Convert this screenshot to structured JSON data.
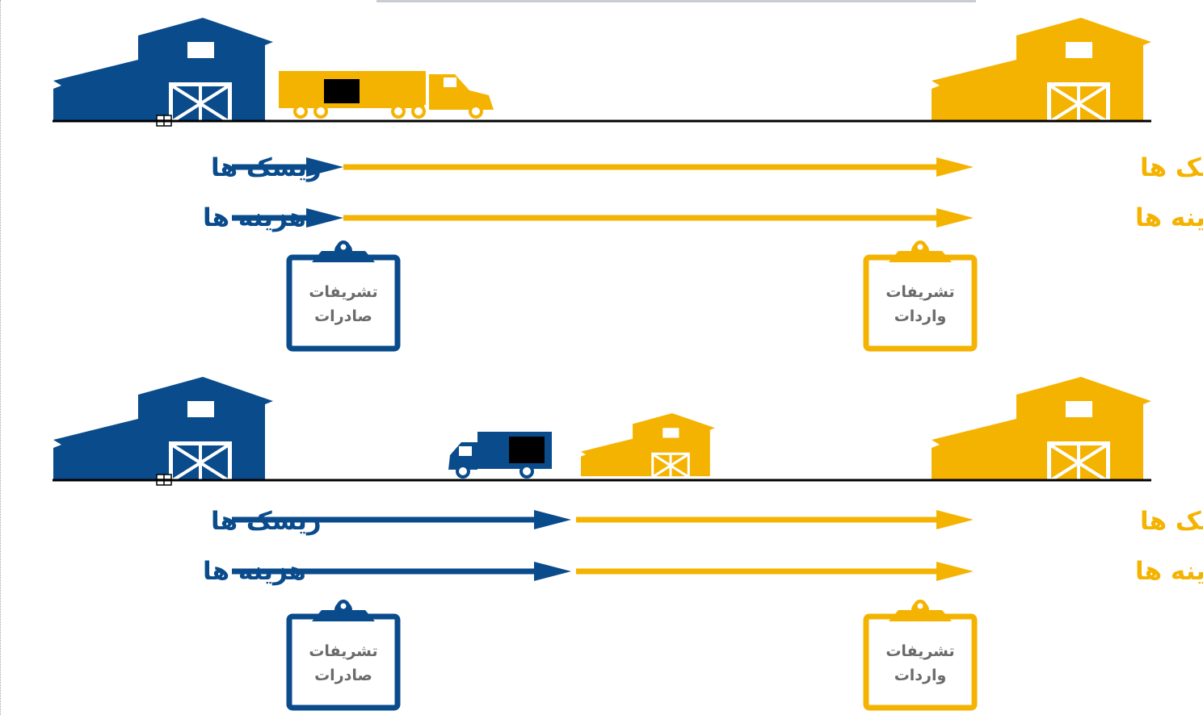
{
  "colors": {
    "blue": "#0a4b8c",
    "yellow": "#f5b301",
    "black": "#000000",
    "text_gray": "#6b6b6b"
  },
  "labels": {
    "risks": "ریسک ها",
    "costs": "هزینه ها"
  },
  "documents": {
    "export_line1": "تشریفات",
    "export_line2": "صادرات",
    "import_line1": "تشریفات",
    "import_line2": "واردات"
  },
  "icons": [
    "warehouse-icon",
    "truck-icon",
    "clipboard-icon"
  ]
}
